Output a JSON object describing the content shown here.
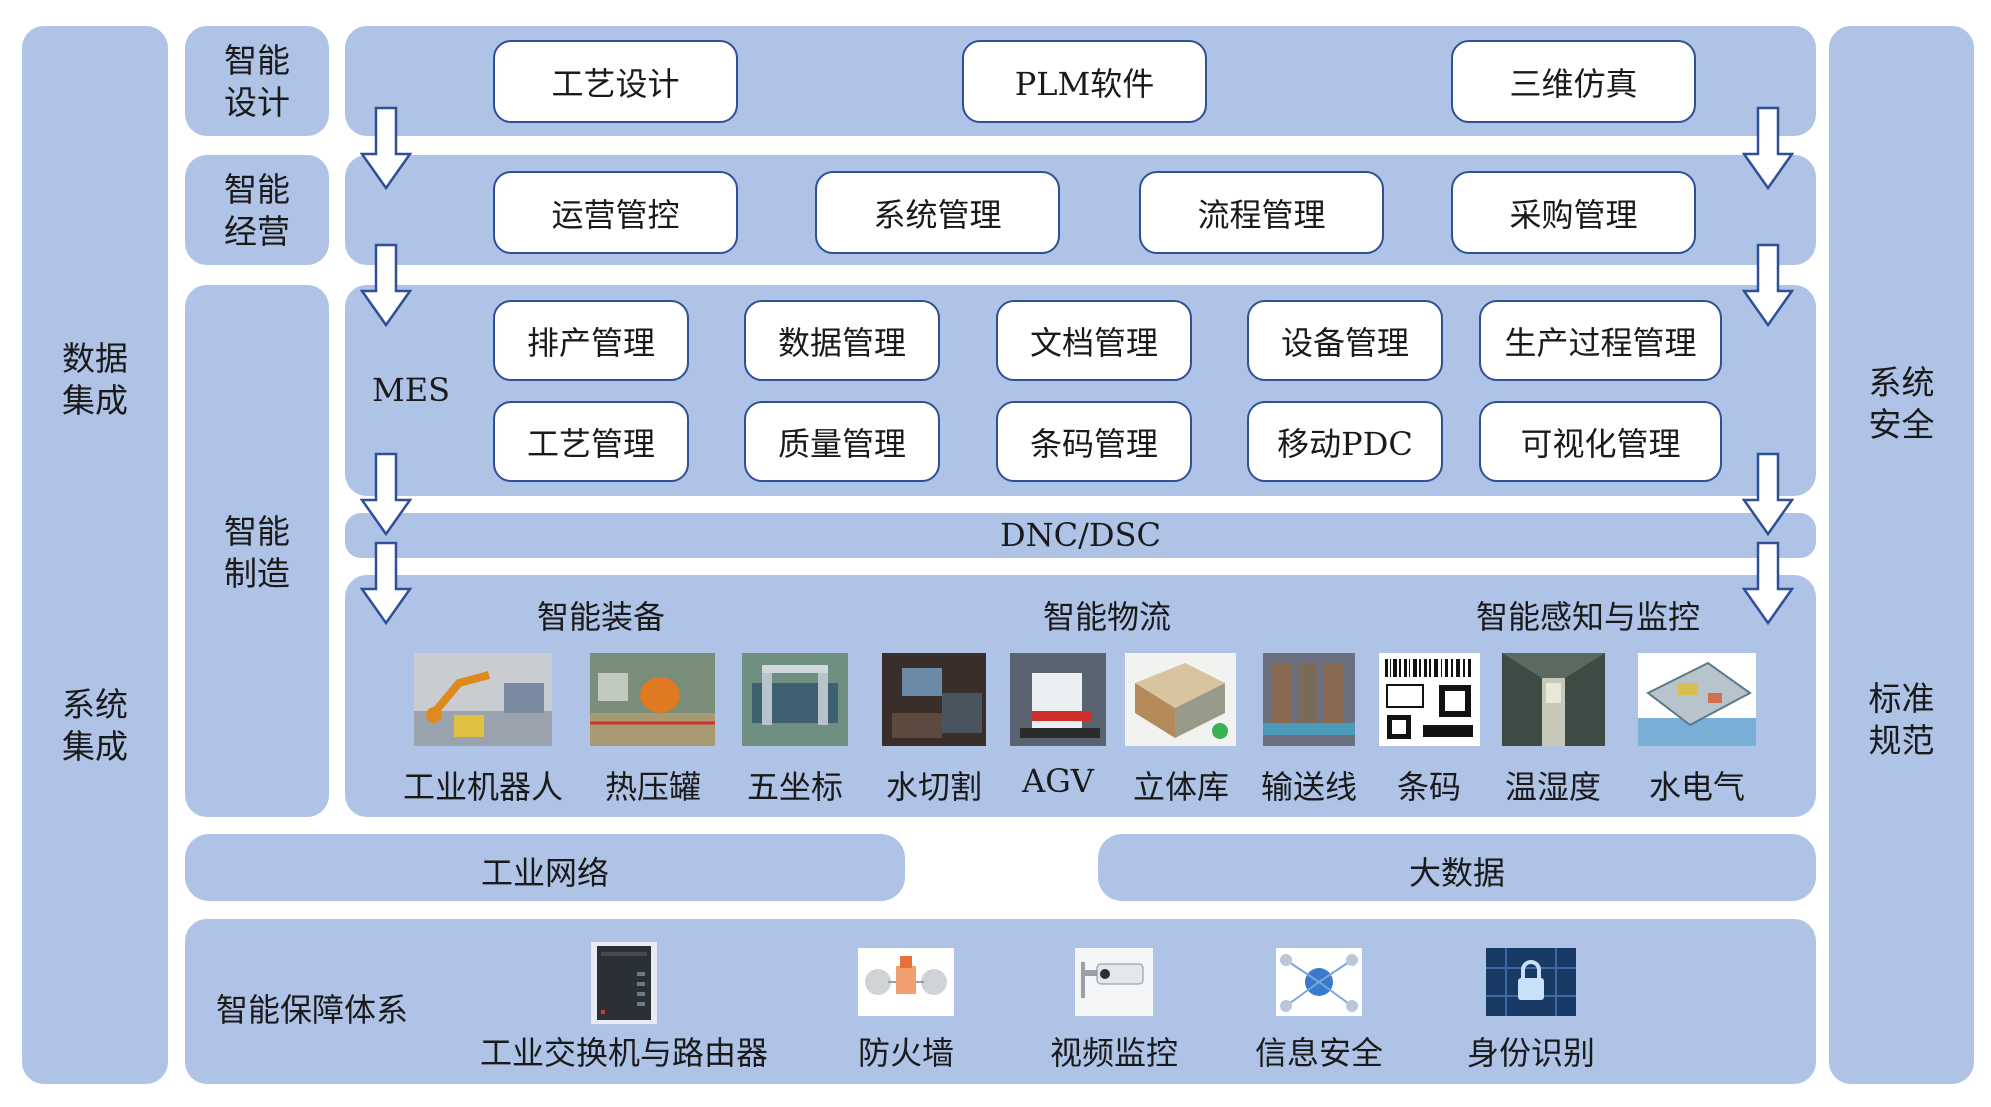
{
  "left_column": {
    "top": [
      "数据",
      "集成"
    ],
    "bottom": [
      "系统",
      "集成"
    ]
  },
  "right_column": {
    "top": [
      "系统",
      "安全"
    ],
    "bottom": [
      "标准",
      "规范"
    ]
  },
  "sections": {
    "design": {
      "label": [
        "智能",
        "设计"
      ],
      "items": [
        "工艺设计",
        "PLM软件",
        "三维仿真"
      ]
    },
    "operation": {
      "label": [
        "智能",
        "经营"
      ],
      "items": [
        "运营管控",
        "系统管理",
        "流程管理",
        "采购管理"
      ]
    },
    "manufacturing": {
      "label": [
        "智能",
        "制造"
      ],
      "mes_label": "MES",
      "mes_row1": [
        "排产管理",
        "数据管理",
        "文档管理",
        "设备管理",
        "生产过程管理"
      ],
      "mes_row2": [
        "工艺管理",
        "质量管理",
        "条码管理",
        "移动PDC",
        "可视化管理"
      ],
      "dnc": "DNC/DSC",
      "groups": [
        "智能装备",
        "智能物流",
        "智能感知与监控"
      ],
      "equipment": [
        "工业机器人",
        "热压罐",
        "五坐标",
        "水切割",
        "AGV",
        "立体库",
        "输送线",
        "条码",
        "温湿度",
        "水电气"
      ]
    },
    "network": {
      "left": "工业网络",
      "right": "大数据"
    },
    "support": {
      "label": "智能保障体系",
      "items": [
        "工业交换机与路由器",
        "防火墙",
        "视频监控",
        "信息安全",
        "身份识别"
      ]
    }
  },
  "colors": {
    "panel": "#aec3e6",
    "box_border": "#2f4f96",
    "arrow_fill": "#ffffff",
    "arrow_stroke": "#2f4f96"
  }
}
